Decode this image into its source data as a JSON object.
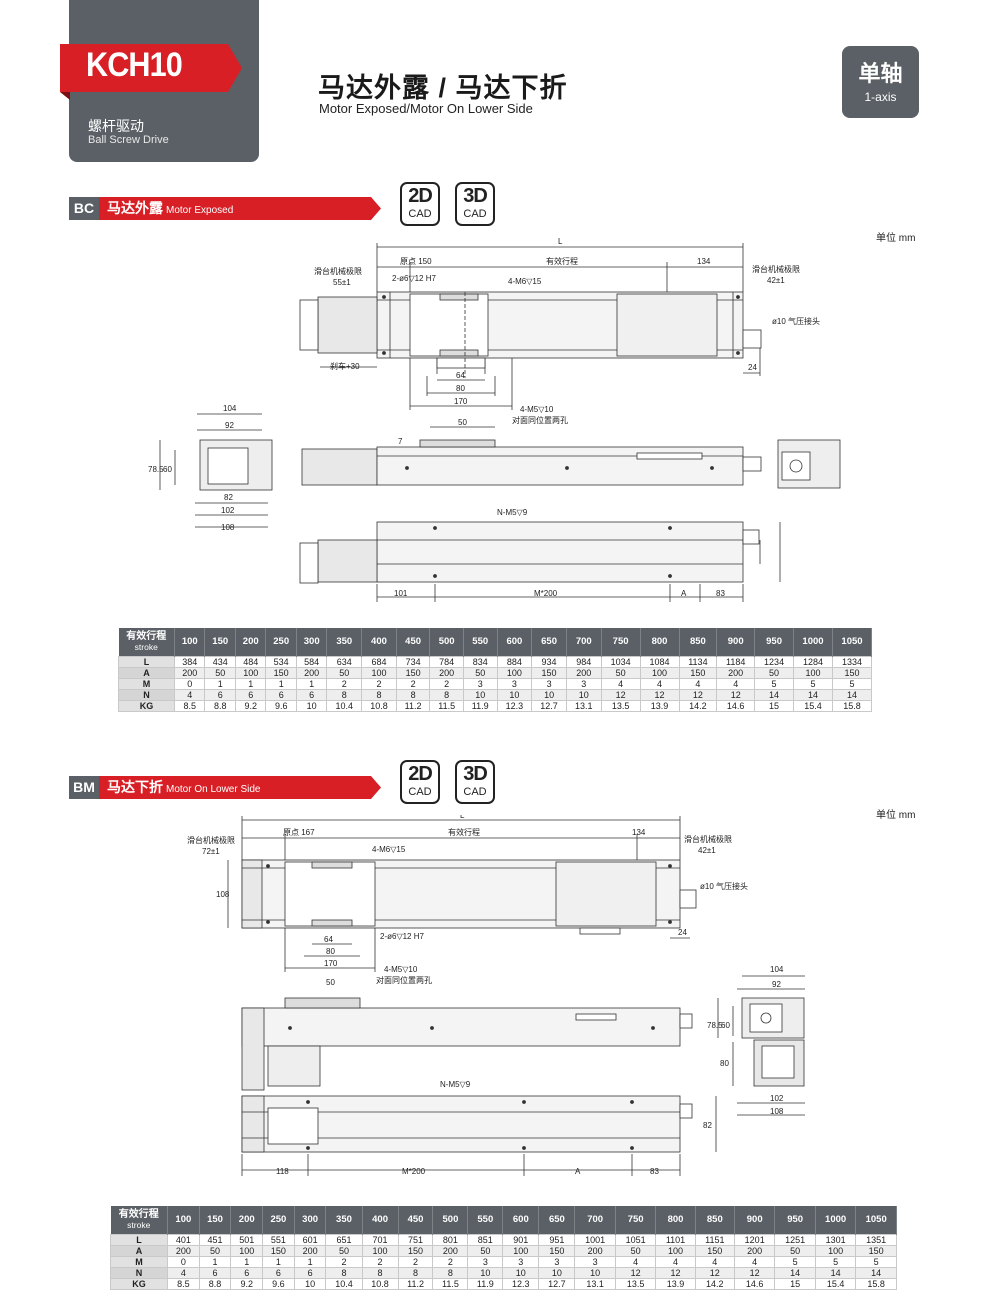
{
  "header": {
    "model": "KCH10",
    "drive_cn": "螺杆驱动",
    "drive_en": "Ball Screw Drive",
    "title_cn": "马达外露 / 马达下折",
    "title_en": "Motor Exposed/Motor On Lower Side",
    "axis_cn": "单轴",
    "axis_en": "1-axis"
  },
  "sections": [
    {
      "code": "BC",
      "name_cn": "马达外露",
      "name_en": "Motor Exposed",
      "cad_2d": "2D",
      "cad_3d": "3D",
      "cad_label": "CAD",
      "unit": "单位 mm",
      "labels": {
        "L": "L",
        "origin": "原点 150",
        "stroke": "有效行程",
        "d134": "134",
        "limit_left": "滑台机械极限",
        "limit_left_val": "55±1",
        "limit_right": "滑台机械极限",
        "limit_right_val": "42±1",
        "holes_h7": "2-ø6▽12 H7",
        "holes_m6": "4-M6▽15",
        "air": "ø10 气压接头",
        "brake": "刹车+30",
        "d24": "24",
        "d64": "64",
        "d80": "80",
        "d170": "170",
        "m5": "4-M5▽10",
        "m5_note": "对面同位置两孔",
        "d50": "50",
        "d7": "7",
        "d104": "104",
        "d92": "92",
        "d78": "78.5",
        "d60": "60",
        "d82": "82",
        "d102": "102",
        "d108": "108",
        "nm5": "N-M5▽9",
        "d101": "101",
        "m200": "M*200",
        "A": "A",
        "d83": "83"
      },
      "table": {
        "header_cn": "有效行程",
        "header_en": "stroke",
        "strokes": [
          "100",
          "150",
          "200",
          "250",
          "300",
          "350",
          "400",
          "450",
          "500",
          "550",
          "600",
          "650",
          "700",
          "750",
          "800",
          "850",
          "900",
          "950",
          "1000",
          "1050"
        ],
        "rows": [
          {
            "label": "L",
            "values": [
              "384",
              "434",
              "484",
              "534",
              "584",
              "634",
              "684",
              "734",
              "784",
              "834",
              "884",
              "934",
              "984",
              "1034",
              "1084",
              "1134",
              "1184",
              "1234",
              "1284",
              "1334"
            ]
          },
          {
            "label": "A",
            "values": [
              "200",
              "50",
              "100",
              "150",
              "200",
              "50",
              "100",
              "150",
              "200",
              "50",
              "100",
              "150",
              "200",
              "50",
              "100",
              "150",
              "200",
              "50",
              "100",
              "150"
            ]
          },
          {
            "label": "M",
            "values": [
              "0",
              "1",
              "1",
              "1",
              "1",
              "2",
              "2",
              "2",
              "2",
              "3",
              "3",
              "3",
              "3",
              "4",
              "4",
              "4",
              "4",
              "5",
              "5",
              "5"
            ]
          },
          {
            "label": "N",
            "values": [
              "4",
              "6",
              "6",
              "6",
              "6",
              "8",
              "8",
              "8",
              "8",
              "10",
              "10",
              "10",
              "10",
              "12",
              "12",
              "12",
              "12",
              "14",
              "14",
              "14"
            ]
          },
          {
            "label": "KG",
            "values": [
              "8.5",
              "8.8",
              "9.2",
              "9.6",
              "10",
              "10.4",
              "10.8",
              "11.2",
              "11.5",
              "11.9",
              "12.3",
              "12.7",
              "13.1",
              "13.5",
              "13.9",
              "14.2",
              "14.6",
              "15",
              "15.4",
              "15.8"
            ]
          }
        ]
      }
    },
    {
      "code": "BM",
      "name_cn": "马达下折",
      "name_en": "Motor On Lower Side",
      "cad_2d": "2D",
      "cad_3d": "3D",
      "cad_label": "CAD",
      "unit": "单位 mm",
      "labels": {
        "L": "L",
        "origin": "原点 167",
        "stroke": "有效行程",
        "d134": "134",
        "limit_left": "滑台机械极限",
        "limit_left_val": "72±1",
        "limit_right": "滑台机械极限",
        "limit_right_val": "42±1",
        "holes_m6": "4-M6▽15",
        "holes_h7": "2-ø6▽12  H7",
        "air": "ø10 气压接头",
        "d108": "108",
        "d24": "24",
        "d64": "64",
        "d80": "80",
        "d170": "170",
        "m5": "4-M5▽10",
        "m5_note": "对面同位置两孔",
        "d50": "50",
        "d104": "104",
        "d92": "92",
        "d78": "78.5",
        "d60": "60",
        "d80v": "80",
        "d102": "102",
        "d108b": "108",
        "nm5": "N-M5▽9",
        "d82": "82",
        "d118": "118",
        "m200": "M*200",
        "A": "A",
        "d83": "83"
      },
      "table": {
        "header_cn": "有效行程",
        "header_en": "stroke",
        "strokes": [
          "100",
          "150",
          "200",
          "250",
          "300",
          "350",
          "400",
          "450",
          "500",
          "550",
          "600",
          "650",
          "700",
          "750",
          "800",
          "850",
          "900",
          "950",
          "1000",
          "1050"
        ],
        "rows": [
          {
            "label": "L",
            "values": [
              "401",
              "451",
              "501",
              "551",
              "601",
              "651",
              "701",
              "751",
              "801",
              "851",
              "901",
              "951",
              "1001",
              "1051",
              "1101",
              "1151",
              "1201",
              "1251",
              "1301",
              "1351"
            ]
          },
          {
            "label": "A",
            "values": [
              "200",
              "50",
              "100",
              "150",
              "200",
              "50",
              "100",
              "150",
              "200",
              "50",
              "100",
              "150",
              "200",
              "50",
              "100",
              "150",
              "200",
              "50",
              "100",
              "150"
            ]
          },
          {
            "label": "M",
            "values": [
              "0",
              "1",
              "1",
              "1",
              "1",
              "2",
              "2",
              "2",
              "2",
              "3",
              "3",
              "3",
              "3",
              "4",
              "4",
              "4",
              "4",
              "5",
              "5",
              "5"
            ]
          },
          {
            "label": "N",
            "values": [
              "4",
              "6",
              "6",
              "6",
              "6",
              "8",
              "8",
              "8",
              "8",
              "10",
              "10",
              "10",
              "10",
              "12",
              "12",
              "12",
              "12",
              "14",
              "14",
              "14"
            ]
          },
          {
            "label": "KG",
            "values": [
              "8.5",
              "8.8",
              "9.2",
              "9.6",
              "10",
              "10.4",
              "10.8",
              "11.2",
              "11.5",
              "11.9",
              "12.3",
              "12.7",
              "13.1",
              "13.5",
              "13.9",
              "14.2",
              "14.6",
              "15",
              "15.4",
              "15.8"
            ]
          }
        ]
      }
    }
  ]
}
